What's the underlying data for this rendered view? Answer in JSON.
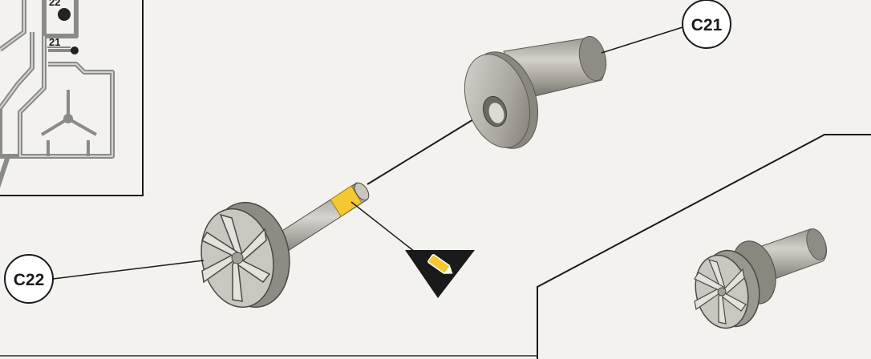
{
  "parts": {
    "c21": {
      "label": "C21"
    },
    "c22": {
      "label": "C22"
    }
  },
  "sprue": {
    "numbers": [
      "22",
      "21"
    ]
  },
  "paint_marker": {
    "color": "#f2c833",
    "icon": "paint-brush-icon"
  },
  "colors": {
    "line": "#1a1a1a",
    "part_fill": "#b9b6ae",
    "part_dark": "#7f7c75",
    "background": "#f3f2ef"
  }
}
